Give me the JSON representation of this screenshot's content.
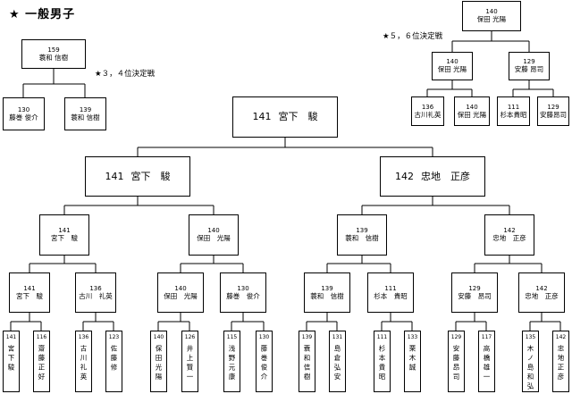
{
  "title": "★ 一般男子",
  "notes": {
    "third_place": "★３，４位決定戦",
    "fifth_place": "★５，６位決定戦"
  },
  "third_place_match": {
    "winner": {
      "no": "159",
      "name": "蓑和 信樹"
    },
    "players": [
      {
        "no": "130",
        "name": "藤巻 俊介"
      },
      {
        "no": "139",
        "name": "蓑和 信樹"
      }
    ]
  },
  "fifth_place_match": {
    "winner": {
      "no": "140",
      "name": "保田 光陽"
    },
    "semis": [
      {
        "no": "140",
        "name": "保田 光陽"
      },
      {
        "no": "129",
        "name": "安藤 昂司"
      }
    ],
    "players": [
      {
        "no": "136",
        "name": "古川礼英"
      },
      {
        "no": "140",
        "name": "保田 光陽"
      },
      {
        "no": "111",
        "name": "杉本貴昭"
      },
      {
        "no": "129",
        "name": "安藤昂司"
      }
    ]
  },
  "champion": {
    "no": "141",
    "name": "宮下　駿"
  },
  "final": [
    {
      "no": "141",
      "name": "宮下　駿"
    },
    {
      "no": "142",
      "name": "忠地　正彦"
    }
  ],
  "semifinal": [
    {
      "no": "141",
      "name": "宮下　駿"
    },
    {
      "no": "140",
      "name": "保田　光陽"
    },
    {
      "no": "139",
      "name": "蓑和　信樹"
    },
    {
      "no": "142",
      "name": "忠地　正彦"
    }
  ],
  "quarterfinal": [
    {
      "no": "141",
      "name": "宮下　駿"
    },
    {
      "no": "136",
      "name": "古川　礼英"
    },
    {
      "no": "140",
      "name": "保田　光陽"
    },
    {
      "no": "130",
      "name": "藤巻　俊介"
    },
    {
      "no": "139",
      "name": "蓑和　信樹"
    },
    {
      "no": "111",
      "name": "杉本　貴昭"
    },
    {
      "no": "129",
      "name": "安藤　昂司"
    },
    {
      "no": "142",
      "name": "忠地　正彦"
    }
  ],
  "first_round": [
    {
      "no": "141",
      "name": "宮下駿"
    },
    {
      "no": "116",
      "name": "齋藤正好"
    },
    {
      "no": "136",
      "name": "古川礼英"
    },
    {
      "no": "123",
      "name": "佐藤修"
    },
    {
      "no": "140",
      "name": "保田光陽"
    },
    {
      "no": "126",
      "name": "井上賢一"
    },
    {
      "no": "115",
      "name": "浅野元康"
    },
    {
      "no": "130",
      "name": "藤巻俊介"
    },
    {
      "no": "139",
      "name": "蓑和信樹"
    },
    {
      "no": "131",
      "name": "島倉弘安"
    },
    {
      "no": "111",
      "name": "杉本貴昭"
    },
    {
      "no": "133",
      "name": "栗木誠"
    },
    {
      "no": "129",
      "name": "安藤昂司"
    },
    {
      "no": "117",
      "name": "高橋雄一"
    },
    {
      "no": "135",
      "name": "木ノ島和弘"
    },
    {
      "no": "142",
      "name": "忠地正彦"
    }
  ]
}
